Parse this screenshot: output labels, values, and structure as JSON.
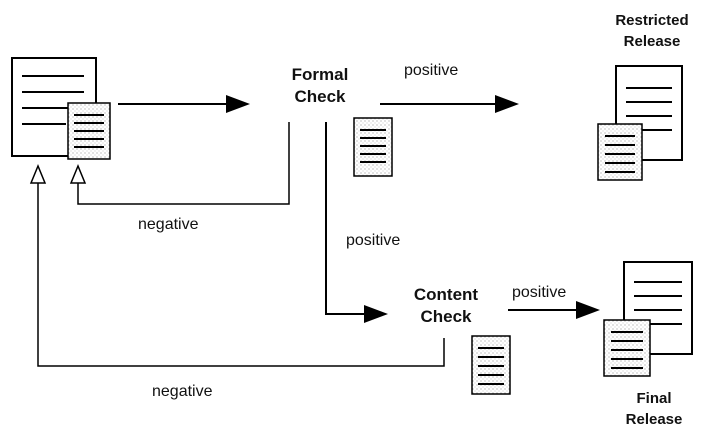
{
  "nodes": {
    "formal_check": [
      "Formal",
      "Check"
    ],
    "content_check": [
      "Content",
      "Check"
    ]
  },
  "outcomes": {
    "restricted_release": [
      "Restricted",
      "Release"
    ],
    "final_release": [
      "Final",
      "Release"
    ]
  },
  "edges": {
    "formal_positive": "positive",
    "formal_negative": "negative",
    "formal_to_content_positive": "positive",
    "content_positive": "positive",
    "content_negative": "negative"
  }
}
